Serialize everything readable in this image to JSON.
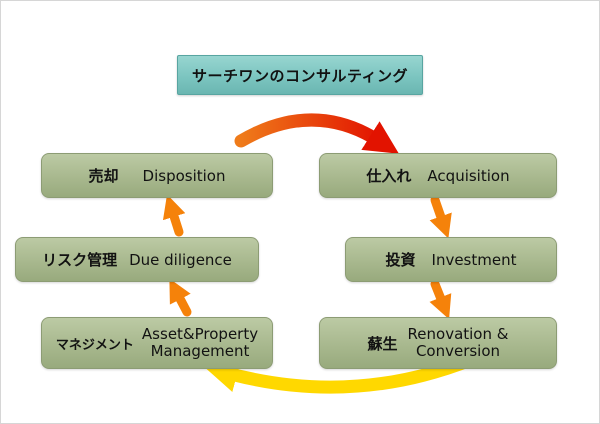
{
  "title": {
    "label": "サーチワンのコンサルティング"
  },
  "nodes": {
    "disposition": {
      "jp": "売却",
      "en": "Disposition"
    },
    "acquisition": {
      "jp": "仕入れ",
      "en": "Acquisition"
    },
    "due_diligence": {
      "jp": "リスク管理",
      "en": "Due diligence"
    },
    "investment": {
      "jp": "投資",
      "en": "Investment"
    },
    "management": {
      "jp": "マネジメント",
      "en_line1": "Asset&Property",
      "en_line2": "Management"
    },
    "renovation": {
      "jp": "蘇生",
      "en_line1": "Renovation &",
      "en_line2": "Conversion"
    }
  },
  "colors": {
    "box_green": "#a8b88e",
    "title_teal": "#7cc5c0",
    "arrow_red": "#e21300",
    "arrow_red_tail": "#ef7b1a",
    "arrow_orange": "#f5820a",
    "arrow_yellow": "#ffd800"
  }
}
